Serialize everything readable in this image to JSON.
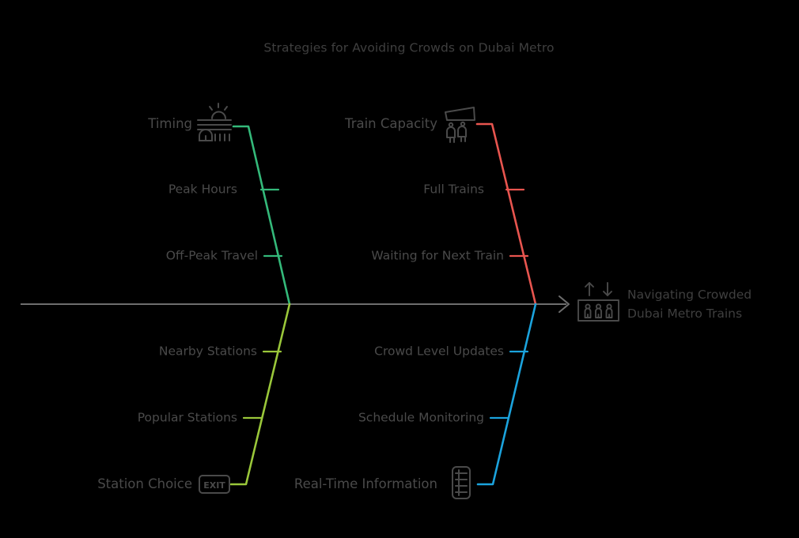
{
  "meta": {
    "background_color": "#000000",
    "text_color": "#4a4a4a",
    "spine_color": "#6e6e6e",
    "icon_color": "#4a4a4a"
  },
  "title": "Strategies for Avoiding Crowds on Dubai Metro",
  "head": {
    "line1": "Navigating Crowded",
    "line2": "Dubai Metro Trains",
    "icon": "crowded-elevator-icon",
    "arrow": "arrow-right-icon"
  },
  "chart_data": {
    "type": "fishbone",
    "title": "Strategies for Avoiding Crowds on Dubai Metro",
    "effect": "Navigating Crowded Dubai Metro Trains",
    "categories": [
      {
        "name": "Timing",
        "color": "#34b97a",
        "position": "upper-left",
        "icon": "sunrise-train-icon",
        "causes": [
          "Peak Hours",
          "Off-Peak Travel"
        ]
      },
      {
        "name": "Train Capacity",
        "color": "#e8554f",
        "position": "upper-right",
        "icon": "crowded-train-people-icon",
        "causes": [
          "Full Trains",
          "Waiting for Next Train"
        ]
      },
      {
        "name": "Station Choice",
        "color": "#9ac73a",
        "position": "lower-left",
        "icon": "exit-sign-icon",
        "causes": [
          "Nearby Stations",
          "Popular Stations"
        ]
      },
      {
        "name": "Real-Time Information",
        "color": "#1ba3dd",
        "position": "lower-right",
        "icon": "mobile-phone-icon",
        "causes": [
          "Crowd Level Updates",
          "Schedule Monitoring"
        ]
      }
    ]
  },
  "labels": {
    "timing": "Timing",
    "peak_hours": "Peak Hours",
    "off_peak_travel": "Off-Peak Travel",
    "train_capacity": "Train Capacity",
    "full_trains": "Full Trains",
    "waiting_next_train": "Waiting for Next Train",
    "station_choice": "Station Choice",
    "nearby_stations": "Nearby Stations",
    "popular_stations": "Popular Stations",
    "realtime_information": "Real-Time Information",
    "crowd_level_updates": "Crowd Level Updates",
    "schedule_monitoring": "Schedule Monitoring",
    "exit_sign": "EXIT"
  }
}
